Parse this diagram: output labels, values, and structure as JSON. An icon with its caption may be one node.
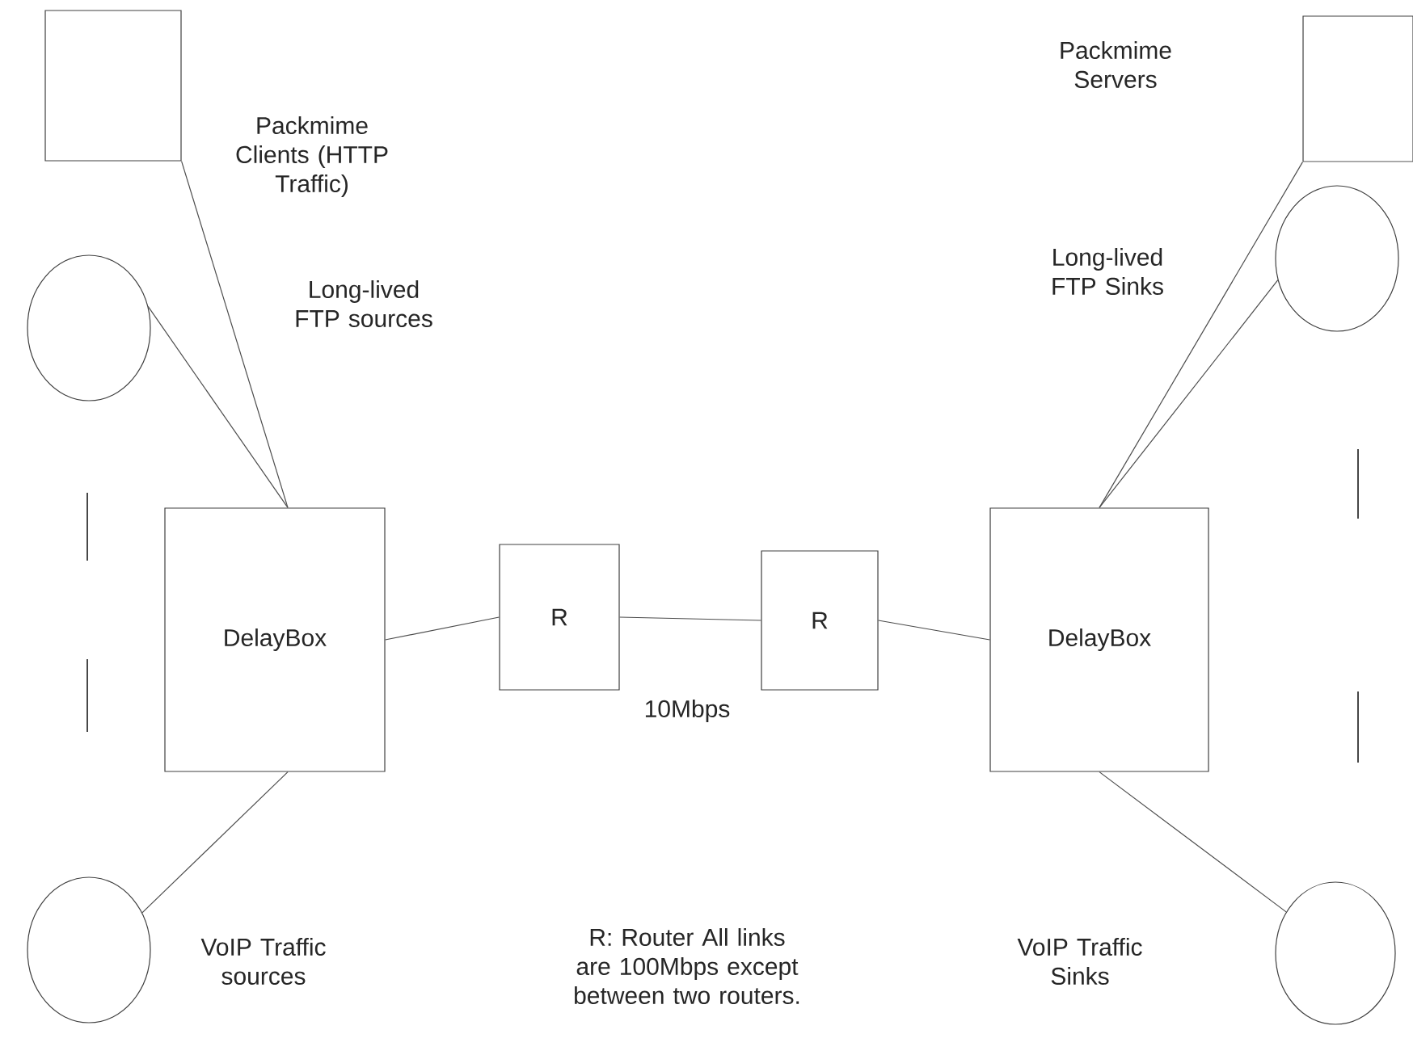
{
  "diagram": {
    "nodes": [
      {
        "text": [],
        "shape": "box",
        "beside": [
          "Packmime Clients (HTTP Traffic)"
        ]
      },
      {
        "text": [],
        "shape": "box"
      },
      {
        "text": [],
        "shape": "circle"
      },
      {
        "text": [],
        "shape": "circle"
      },
      {
        "text": [
          "DelayBox"
        ]
      },
      {
        "text": [
          "R"
        ]
      },
      {
        "text": [
          "R"
        ]
      },
      {
        "text": [
          "DelayBox"
        ]
      },
      {
        "text": [],
        "shape": "circle",
        "beside": [
          "VoIP Traffic sources"
        ]
      },
      {
        "text": [],
        "shape": "circle"
      }
    ],
    "edges": [
      {
        "from": 0,
        "to": 4,
        "arrow": "none"
      },
      {
        "from": 2,
        "to": 4,
        "arrow": "none"
      },
      {
        "from": 4,
        "to": 8,
        "arrow": "none"
      },
      {
        "from": 4,
        "to": 5,
        "arrow": "none"
      },
      {
        "from": 5,
        "to": 6,
        "arrow": "none"
      },
      {
        "from": 6,
        "to": 7,
        "arrow": "none"
      },
      {
        "from": 7,
        "to": 1,
        "arrow": "none"
      },
      {
        "from": 7,
        "to": 3,
        "arrow": "none"
      },
      {
        "from": 7,
        "to": 9,
        "arrow": "none"
      }
    ],
    "labels": [
      "Packmime Servers",
      "Long-lived FTP Sinks",
      "Long-lived FTP sources",
      "10Mbps",
      "R: Router All links are 100Mbps except between two routers.",
      "VoIP Traffic Sinks"
    ]
  }
}
